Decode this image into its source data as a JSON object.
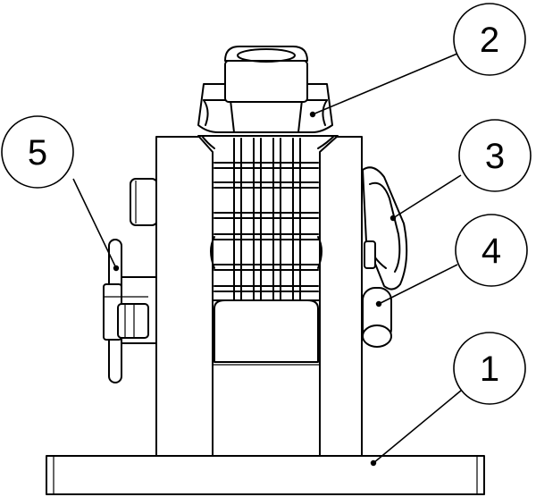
{
  "colors": {
    "stroke": "#000000",
    "background": "#ffffff"
  },
  "callouts": [
    {
      "label": "1"
    },
    {
      "label": "2"
    },
    {
      "label": "3"
    },
    {
      "label": "4"
    },
    {
      "label": "5"
    }
  ]
}
